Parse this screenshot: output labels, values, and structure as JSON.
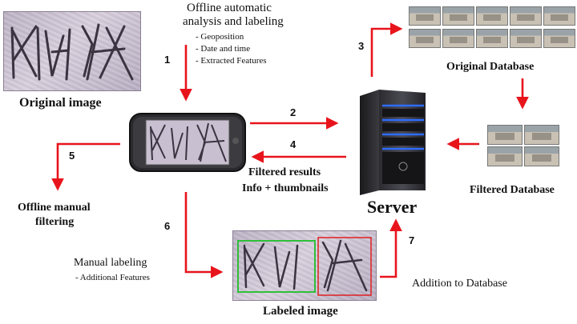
{
  "labels": {
    "offline_title_1": "Offline automatic",
    "offline_title_2": "analysis and labeling",
    "offline_items": [
      "- Geoposition",
      "- Date and time",
      "- Extracted Features"
    ],
    "original_image": "Original image",
    "original_database": "Original Database",
    "filtered_database": "Filtered Database",
    "filtered_results_1": "Filtered results",
    "filtered_results_2": "Info + thumbnails",
    "server": "Server",
    "offline_manual_1": "Offline manual",
    "offline_manual_2": "filtering",
    "manual_labeling_1": "Manual labeling",
    "manual_labeling_2": "- Additional Features",
    "labeled_image": "Labeled image",
    "addition_to_database": "Addition to Database"
  },
  "steps": [
    "1",
    "2",
    "3",
    "4",
    "5",
    "6",
    "7"
  ],
  "colors": {
    "arrow": "#e8141c",
    "label_box_green": "#2fbf3a",
    "label_box_red": "#e02020",
    "server_led": "#2f6cff"
  },
  "icons": {
    "phone": "smartphone-icon",
    "server": "server-tower-icon"
  }
}
